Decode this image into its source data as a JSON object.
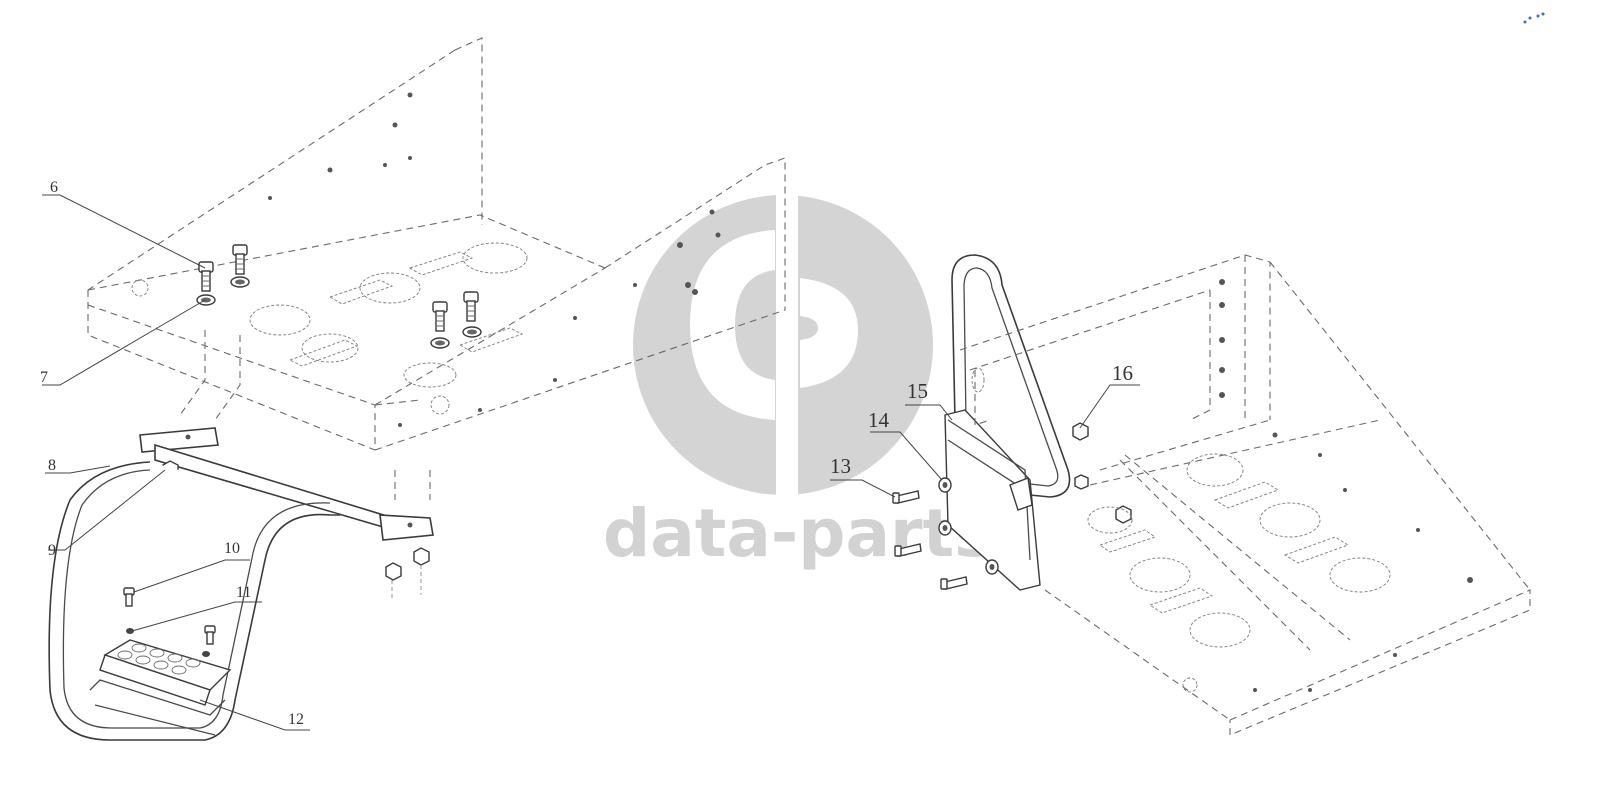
{
  "diagram": {
    "watermark": {
      "text": "data-parts",
      "color": "#d4d4d4"
    },
    "callouts": [
      {
        "id": "c6",
        "label": "6"
      },
      {
        "id": "c7",
        "label": "7"
      },
      {
        "id": "c8",
        "label": "8"
      },
      {
        "id": "c9",
        "label": "9"
      },
      {
        "id": "c10",
        "label": "10"
      },
      {
        "id": "c11",
        "label": "11"
      },
      {
        "id": "c12",
        "label": "12"
      },
      {
        "id": "c13",
        "label": "13"
      },
      {
        "id": "c14",
        "label": "14"
      },
      {
        "id": "c15",
        "label": "15"
      },
      {
        "id": "c16",
        "label": "16"
      }
    ]
  }
}
